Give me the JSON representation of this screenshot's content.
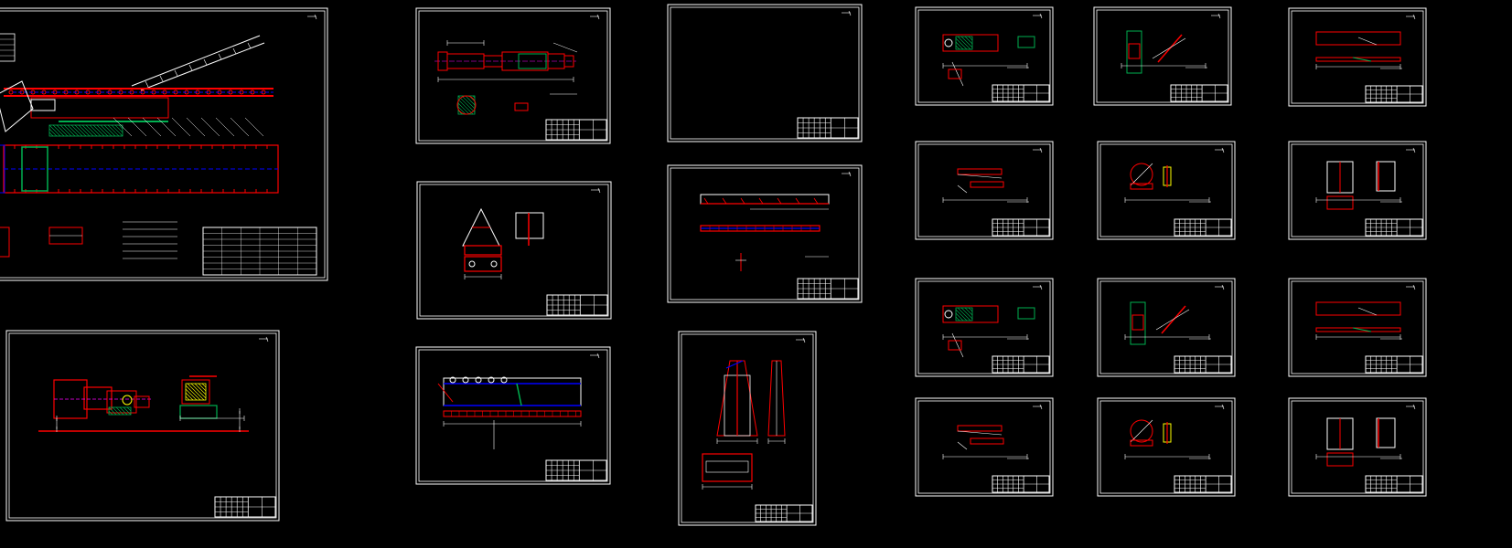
{
  "canvas": {
    "background": "#000000",
    "colors": {
      "border": "#ffffff",
      "part": "#ff0000",
      "hidden": "#0000ff",
      "hatch_green": "#00b050",
      "hatch_yellow": "#ffff00",
      "axis": "#ff00ff",
      "dimension": "#ffffff"
    }
  },
  "sheets": [
    {
      "id": "sheet-general-assembly",
      "kind": "assembly"
    },
    {
      "id": "sheet-drive-unit",
      "kind": "drive"
    },
    {
      "id": "sheet-roller-shaft",
      "kind": "shaft"
    },
    {
      "id": "sheet-bracket",
      "kind": "bracket"
    },
    {
      "id": "sheet-frame-beam",
      "kind": "beam"
    },
    {
      "id": "sheet-empty",
      "kind": "empty"
    },
    {
      "id": "sheet-long-rail",
      "kind": "rail"
    },
    {
      "id": "sheet-tapered-leg",
      "kind": "leg"
    },
    {
      "id": "sheet-part-01",
      "kind": "part"
    },
    {
      "id": "sheet-part-02",
      "kind": "part"
    },
    {
      "id": "sheet-part-03",
      "kind": "part"
    },
    {
      "id": "sheet-part-04",
      "kind": "part"
    },
    {
      "id": "sheet-part-05",
      "kind": "part"
    },
    {
      "id": "sheet-part-06",
      "kind": "part"
    },
    {
      "id": "sheet-part-07",
      "kind": "part"
    },
    {
      "id": "sheet-part-08",
      "kind": "part"
    },
    {
      "id": "sheet-part-09",
      "kind": "part"
    },
    {
      "id": "sheet-part-10",
      "kind": "part"
    },
    {
      "id": "sheet-part-11",
      "kind": "part"
    },
    {
      "id": "sheet-part-12",
      "kind": "part"
    }
  ]
}
